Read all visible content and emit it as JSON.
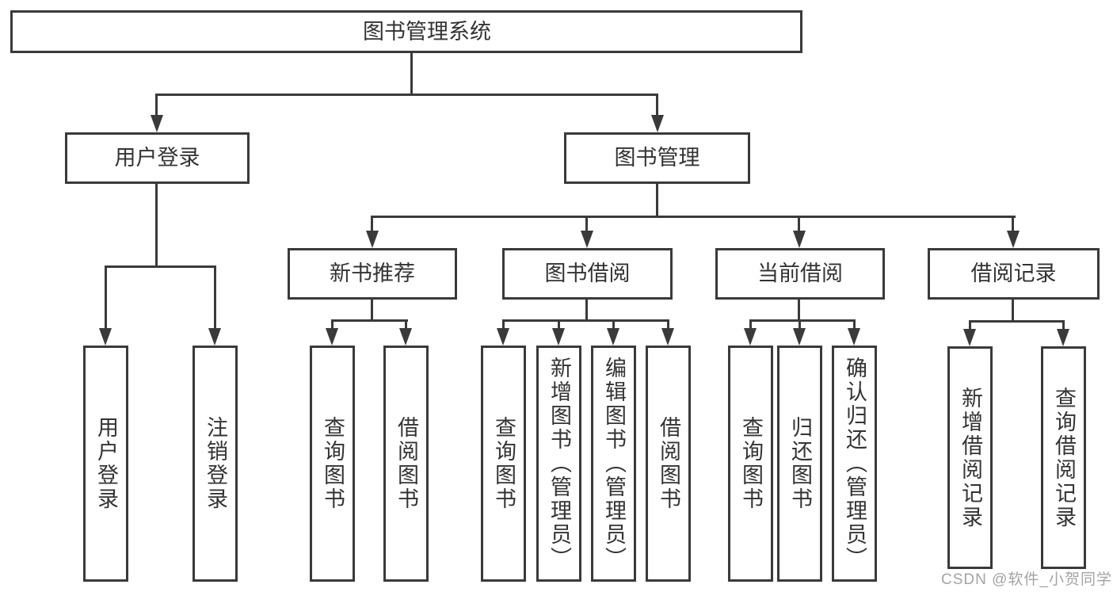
{
  "diagram": {
    "root": {
      "label": "图书管理系统"
    },
    "level1": [
      {
        "label": "用户登录"
      },
      {
        "label": "图书管理"
      }
    ],
    "level2": [
      {
        "label": "新书推荐",
        "parent": "图书管理"
      },
      {
        "label": "图书借阅",
        "parent": "图书管理"
      },
      {
        "label": "当前借阅",
        "parent": "图书管理"
      },
      {
        "label": "借阅记录",
        "parent": "图书管理"
      }
    ],
    "leaves": [
      {
        "label": "用户登录",
        "parent": "用户登录"
      },
      {
        "label": "注销登录",
        "parent": "用户登录"
      },
      {
        "label": "查询图书",
        "parent": "新书推荐"
      },
      {
        "label": "借阅图书",
        "parent": "新书推荐"
      },
      {
        "label": "查询图书",
        "parent": "图书借阅"
      },
      {
        "label": "新增图书（管理员）",
        "parent": "图书借阅"
      },
      {
        "label": "编辑图书（管理员）",
        "parent": "图书借阅"
      },
      {
        "label": "借阅图书",
        "parent": "图书借阅"
      },
      {
        "label": "查询图书",
        "parent": "当前借阅"
      },
      {
        "label": "归还图书",
        "parent": "当前借阅"
      },
      {
        "label": "确认归还（管理员）",
        "parent": "当前借阅"
      },
      {
        "label": "新增借阅记录",
        "parent": "借阅记录"
      },
      {
        "label": "查询借阅记录",
        "parent": "借阅记录"
      }
    ]
  },
  "watermark": {
    "text": "CSDN @软件_小贺同学"
  },
  "colors": {
    "line": "#3a3a3a",
    "text": "#333333",
    "watermark": "#a3a3a3",
    "background": "#ffffff"
  }
}
